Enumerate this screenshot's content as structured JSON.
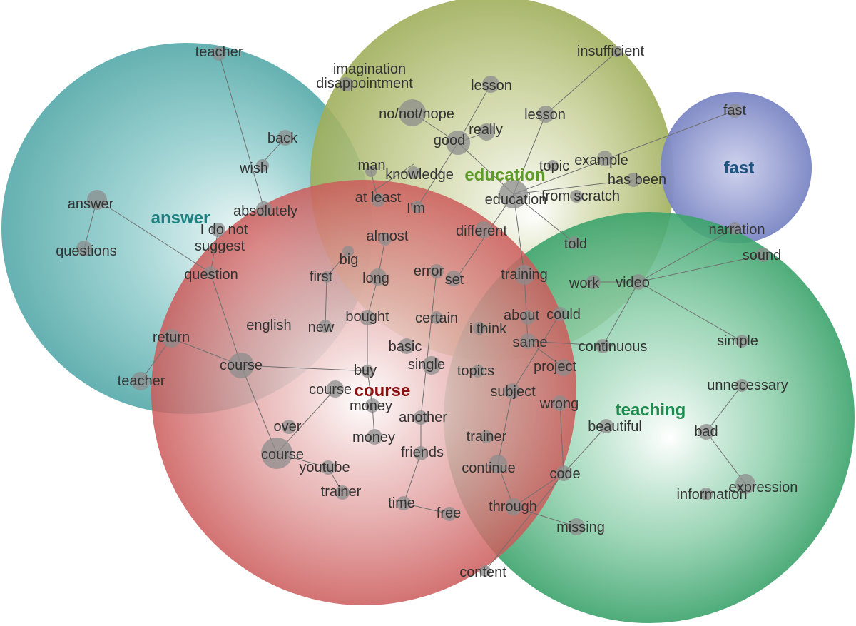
{
  "clusters": [
    {
      "id": "answer",
      "label": "answer",
      "color": "#4aa3a3",
      "label_color": "#1f8080"
    },
    {
      "id": "education",
      "label": "education",
      "color": "#9fae5a",
      "label_color": "#5e9b26"
    },
    {
      "id": "fast",
      "label": "fast",
      "color": "#7b86c4",
      "label_color": "#1e5580"
    },
    {
      "id": "teaching",
      "label": "teaching",
      "color": "#3ba36b",
      "label_color": "#1d8a4e"
    },
    {
      "id": "course",
      "label": "course",
      "color": "#cc5a5a",
      "label_color": "#8a1010"
    }
  ],
  "words": {
    "teacher1": "teacher",
    "back": "back",
    "wish": "wish",
    "answer": "answer",
    "absolutely": "absolutely",
    "questions": "questions",
    "idonot": "I do not",
    "suggest": "suggest",
    "question": "question",
    "english": "english",
    "return": "return",
    "course1": "course",
    "teacher2": "teacher",
    "imagination": "imagination",
    "disappointment": "disappointment",
    "lesson1": "lesson",
    "insufficient": "insufficient",
    "nonope": "no/not/nope",
    "lesson2": "lesson",
    "really": "really",
    "good": "good",
    "man": "man",
    "knowledge": "knowledge",
    "topic": "topic",
    "example": "example",
    "hasbeen": "has been",
    "atleast": "at least",
    "education": "education",
    "fromscratch": "from scratch",
    "im": "I'm",
    "almost": "almost",
    "different": "different",
    "told": "told",
    "fast": "fast",
    "narration": "narration",
    "sound": "sound",
    "big": "big",
    "first": "first",
    "long": "long",
    "error": "error",
    "set": "set",
    "training": "training",
    "work": "work",
    "video": "video",
    "new": "new",
    "bought": "bought",
    "certain": "certain",
    "about": "about",
    "could": "could",
    "ithink": "i think",
    "same": "same",
    "continuous": "continuous",
    "simple": "simple",
    "basic": "basic",
    "single": "single",
    "project": "project",
    "buy": "buy",
    "topics": "topics",
    "unnecessary": "unnecessary",
    "course2": "course",
    "subject": "subject",
    "money1": "money",
    "wrong": "wrong",
    "another": "another",
    "beautiful": "beautiful",
    "over": "over",
    "bad": "bad",
    "money2": "money",
    "trainer1": "trainer",
    "course3": "course",
    "friends": "friends",
    "youtube": "youtube",
    "continue": "continue",
    "code": "code",
    "expression": "expression",
    "trainer2": "trainer",
    "information": "information",
    "time": "time",
    "free": "free",
    "through": "through",
    "missing": "missing",
    "content": "content"
  }
}
